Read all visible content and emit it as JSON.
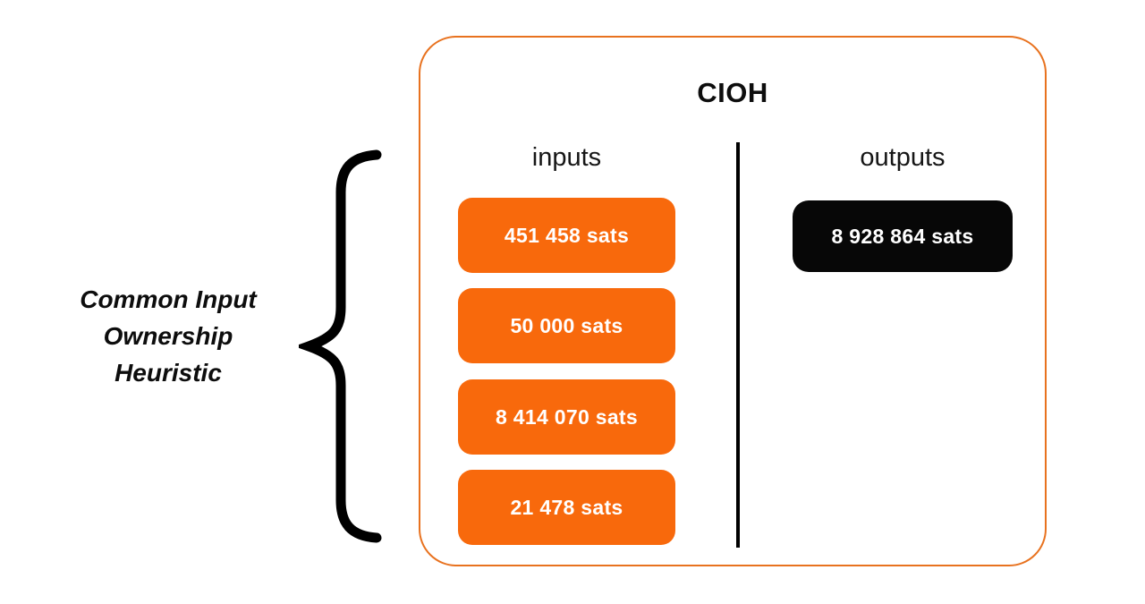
{
  "diagram": {
    "title": "CIOH",
    "side_label": {
      "line1": "Common Input",
      "line2": "Ownership",
      "line3": "Heuristic"
    },
    "columns": {
      "inputs": {
        "header": "inputs",
        "items": [
          "451 458 sats",
          "50 000 sats",
          "8 414 070 sats",
          "21 478 sats"
        ]
      },
      "outputs": {
        "header": "outputs",
        "items": [
          "8 928 864 sats"
        ]
      }
    },
    "colors": {
      "input_pill_orange": "#f8690c",
      "box_border_orange": "#e8721f",
      "output_pill_black": "#070707",
      "divider_black": "#000000",
      "text_white": "#ffffff",
      "text_black": "#0d0d0d"
    }
  }
}
